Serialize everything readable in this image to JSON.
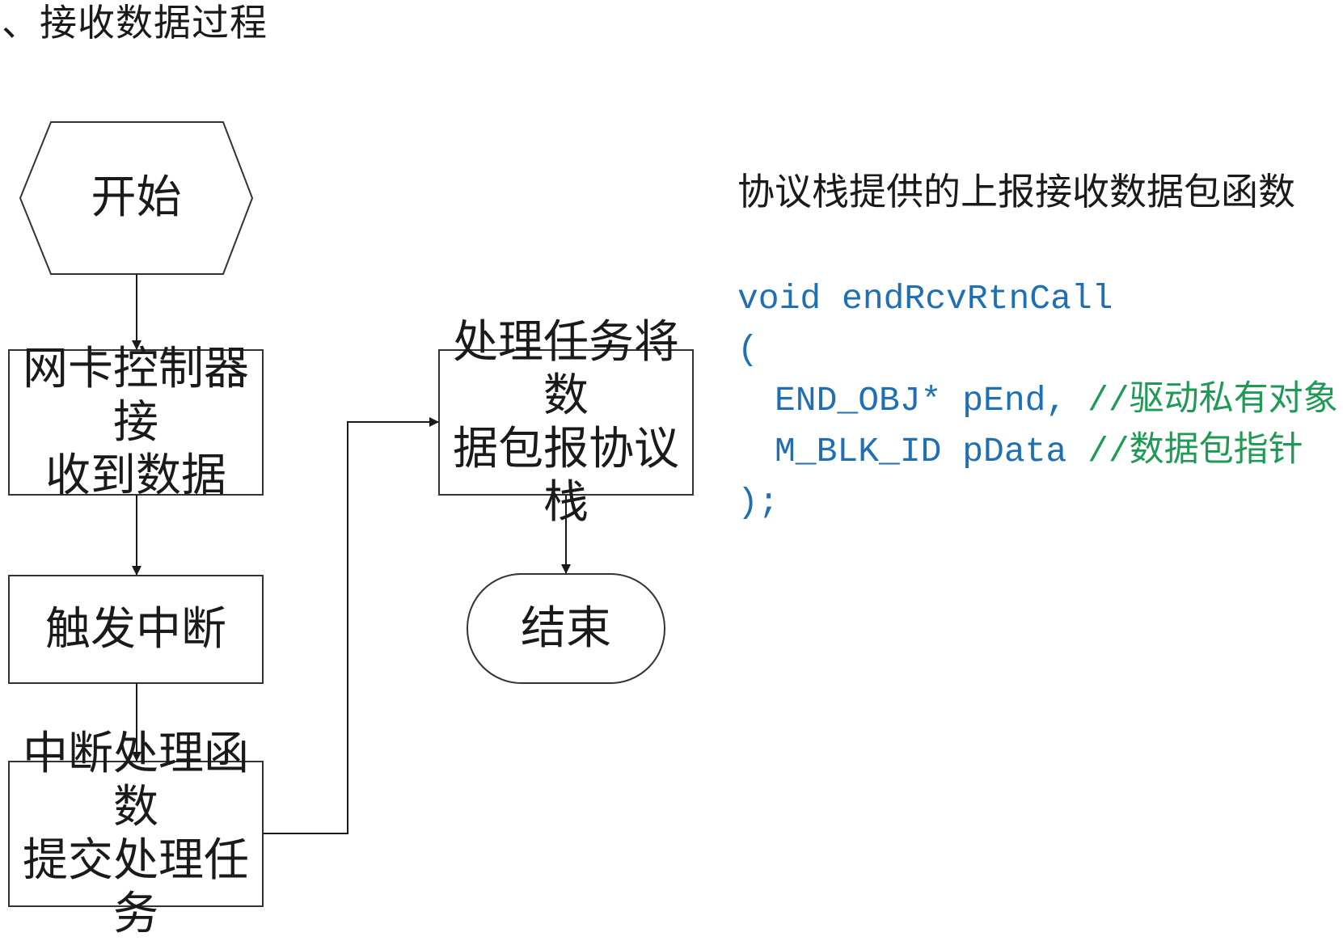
{
  "heading": "、接收数据过程",
  "flowchart": {
    "start": "开始",
    "step1": [
      "网卡控制器接",
      "收到数据"
    ],
    "step2": "触发中断",
    "step3": [
      "中断处理函数",
      "提交处理任务"
    ],
    "step4": [
      "处理任务将数",
      "据包报协议栈"
    ],
    "end": "结束"
  },
  "api": {
    "title": "协议栈提供的上报接收数据包函数",
    "signature": "void endRcvRtnCall",
    "open_paren": "(",
    "param1": "END_OBJ* pEnd,",
    "param1_comment": "//驱动私有对象",
    "param2": "M_BLK_ID pData",
    "param2_comment": "//数据包指针",
    "close": ");",
    "code_color": "#1f6fb5",
    "comment_color": "#1f9a55"
  }
}
